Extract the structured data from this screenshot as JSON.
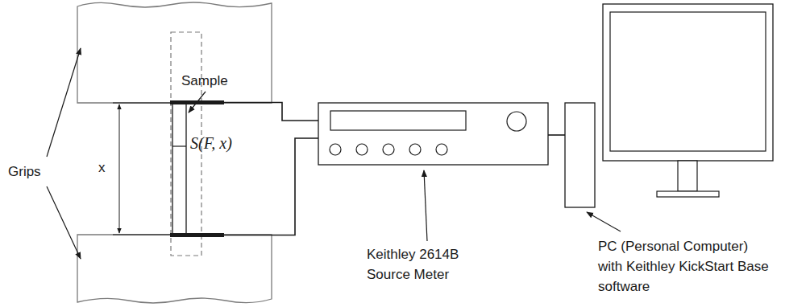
{
  "diagram": {
    "labels": [
      "Sample",
      "S(F, x)",
      "Grips",
      "x",
      "Keithley 2614B Source Meter",
      "PC (Personal Computer) with Keithley KickStart Base software"
    ]
  }
}
